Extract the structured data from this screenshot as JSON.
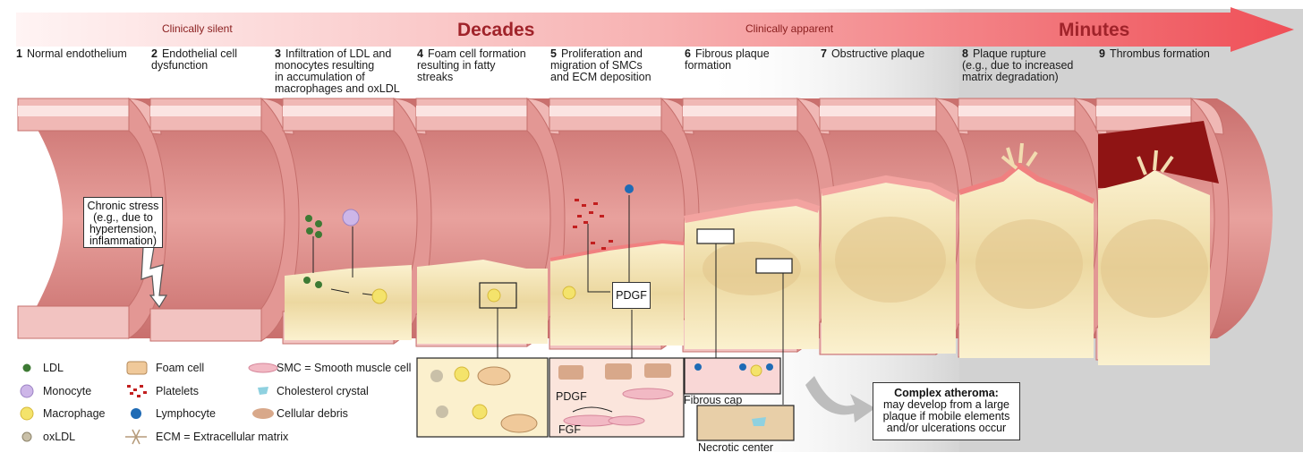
{
  "colors": {
    "arrow_start": "#fde3e3",
    "arrow_end": "#f0545a",
    "vessel_wall": "#e79a98",
    "vessel_dark": "#c86866",
    "lumen": "#d98481",
    "plaque": "#f4e6b4",
    "thrombus": "#8f1414",
    "gray_panel": "#cfcfcf"
  },
  "timeline": {
    "clinically_silent": "Clinically silent",
    "decades": "Decades",
    "clinically_apparent": "Clinically apparent",
    "minutes": "Minutes"
  },
  "steps": [
    {
      "num": "1",
      "lines": [
        "Normal endothelium"
      ]
    },
    {
      "num": "2",
      "lines": [
        "Endothelial cell",
        "dysfunction"
      ]
    },
    {
      "num": "3",
      "lines": [
        "Infiltration of LDL and",
        "monocytes resulting",
        "in accumulation of",
        "macrophages and oxLDL"
      ]
    },
    {
      "num": "4",
      "lines": [
        "Foam cell formation",
        "resulting in fatty",
        "streaks"
      ]
    },
    {
      "num": "5",
      "lines": [
        "Proliferation and",
        "migration of SMCs",
        "and ECM deposition"
      ]
    },
    {
      "num": "6",
      "lines": [
        "Fibrous plaque",
        "formation"
      ]
    },
    {
      "num": "7",
      "lines": [
        "Obstructive plaque"
      ]
    },
    {
      "num": "8",
      "lines": [
        "Plaque rupture",
        "(e.g., due to increased",
        "matrix degradation)"
      ]
    },
    {
      "num": "9",
      "lines": [
        "Thrombus formation"
      ]
    }
  ],
  "annotations": {
    "chronic_stress": [
      "Chronic stress",
      "(e.g., due to",
      "hypertension,",
      "inflammation)"
    ],
    "pdgf_main": "PDGF",
    "pdgf_inset": "PDGF",
    "fgf_inset": "FGF",
    "fibrous_cap": "Fibrous cap",
    "necrotic_center": "Necrotic center",
    "complex_atheroma": {
      "title": "Complex atheroma:",
      "lines": [
        "may develop from a large",
        "plaque if mobile elements",
        "and/or ulcerations occur"
      ]
    }
  },
  "legend": {
    "col1": [
      "LDL",
      "Monocyte",
      "Macrophage",
      "oxLDL"
    ],
    "col2": [
      "Foam cell",
      "Platelets",
      "Lymphocyte",
      "ECM = Extracellular matrix"
    ],
    "col3": [
      "SMC = Smooth muscle cell",
      "Cholesterol crystal",
      "Cellular debris"
    ]
  }
}
